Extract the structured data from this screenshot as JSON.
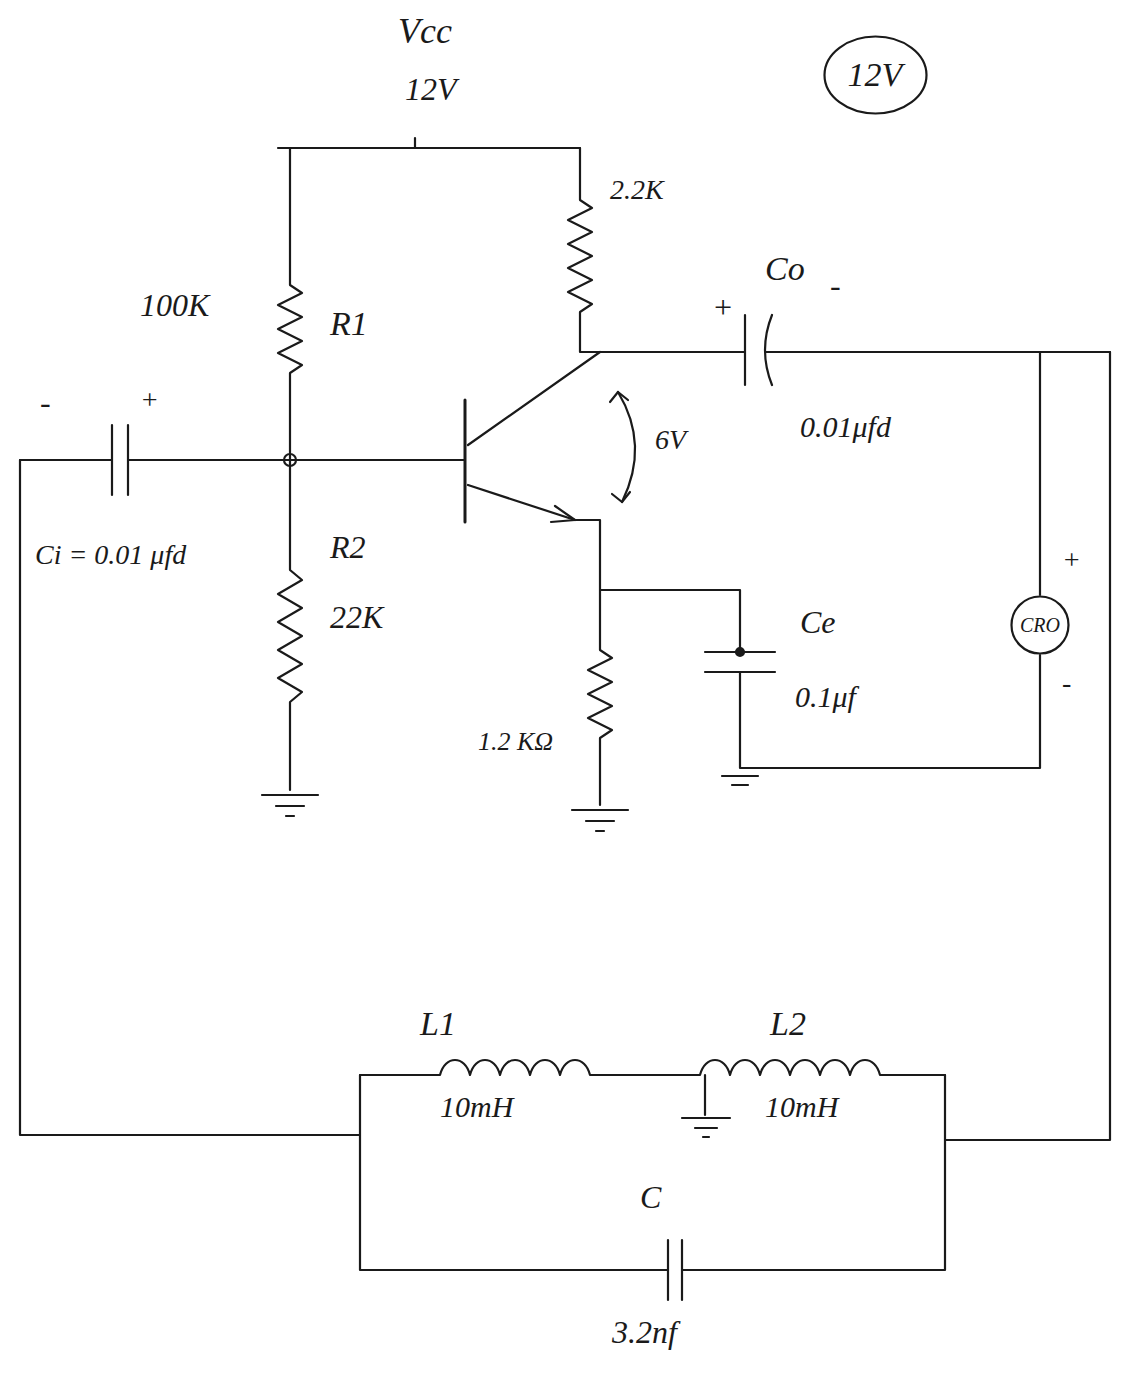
{
  "diagram": {
    "nodes": [
      {
        "text": [
          "12V"
        ]
      },
      {
        "text": [
          "CRO"
        ]
      }
    ],
    "labels": [
      "Vcc",
      "12V",
      "2.2K",
      "100K",
      "R1",
      "+",
      "Co",
      "-",
      "Ci = 0.01 μfd",
      "R2",
      "22K",
      "6V",
      "0.01μfd",
      "Ce",
      "0.1μf",
      "1.2 KΩ",
      "+",
      "-",
      "L1",
      "L2",
      "10mH",
      "10mH",
      "C",
      "3.2nf",
      "-",
      "+"
    ]
  }
}
